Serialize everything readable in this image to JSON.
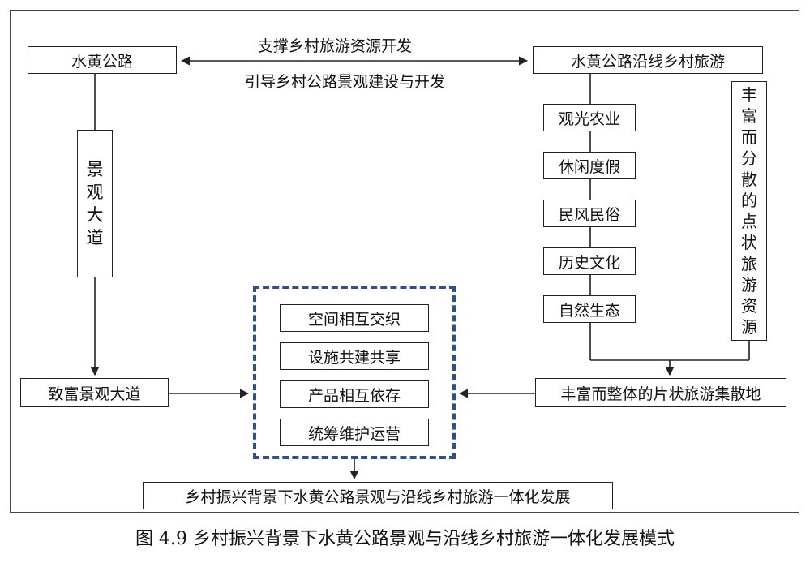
{
  "nodes": {
    "shuihuang_road": "水黄公路",
    "rural_tourism_along": "水黄公路沿线乡村旅游",
    "landscape_avenue": [
      "景",
      "观",
      "大",
      "道"
    ],
    "rich_avenue": "致富景观大道",
    "tourism_types": [
      "观光农业",
      "休闲度假",
      "民风民俗",
      "历史文化",
      "自然生态"
    ],
    "point_resources": [
      "丰",
      "富",
      "而",
      "分",
      "散",
      "的",
      "点",
      "状",
      "旅",
      "游",
      "资",
      "源"
    ],
    "area_hub": "丰富而整体的片状旅游集散地",
    "integration_items": [
      "空间相互交织",
      "设施共建共享",
      "产品相互依存",
      "统筹维护运营"
    ],
    "final_goal": "乡村振兴背景下水黄公路景观与沿线乡村旅游一体化发展"
  },
  "labels": {
    "top_arrow": "支撑乡村旅游资源开发",
    "bottom_arrow": "引导乡村公路景观建设与开发"
  },
  "caption": "图 4.9 乡村振兴背景下水黄公路景观与沿线乡村旅游一体化发展模式",
  "colors": {
    "dashed_border": "#2f4f86",
    "line": "#222222"
  }
}
